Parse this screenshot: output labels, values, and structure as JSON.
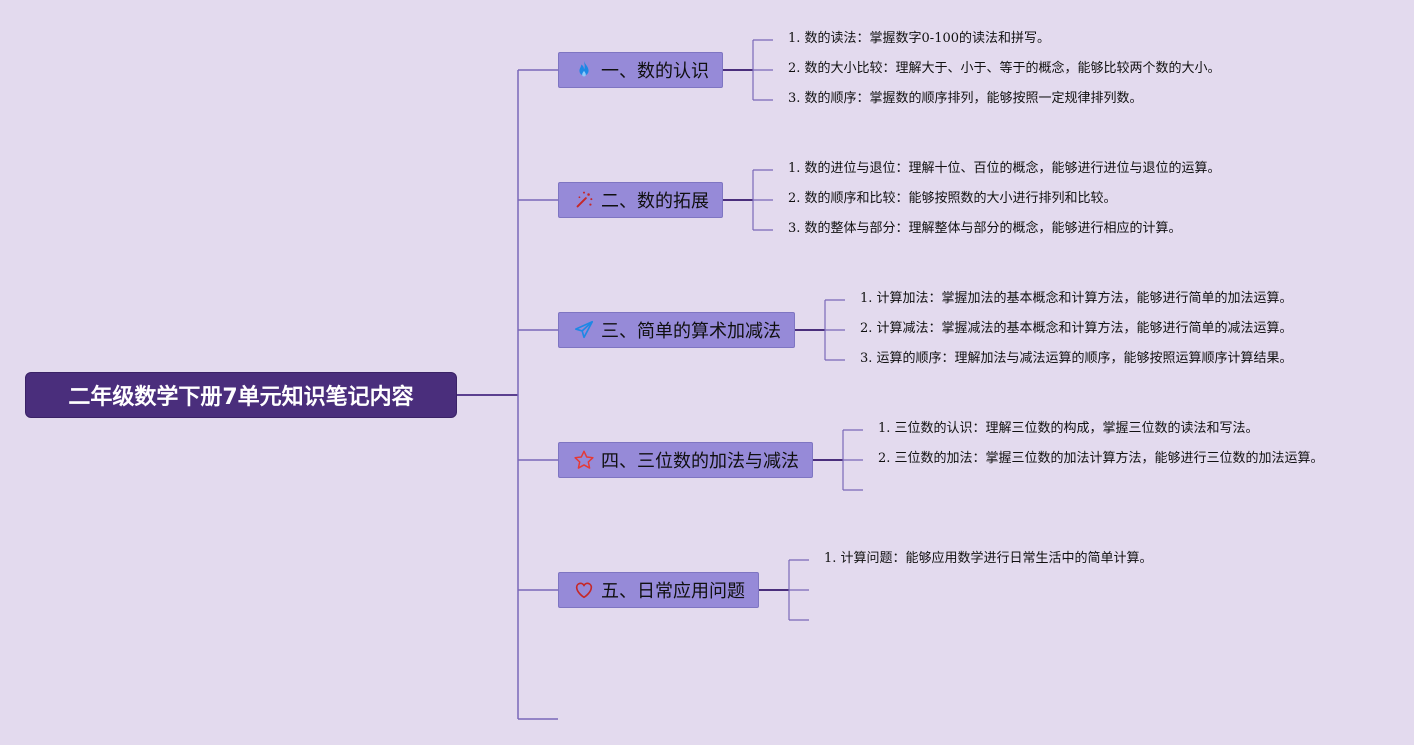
{
  "root": {
    "title": "二年级数学下册7单元知识笔记内容"
  },
  "branches": [
    {
      "label": "一、数的认识",
      "icon": "fire-icon",
      "items": [
        "1. 数的读法：掌握数字0-100的读法和拼写。",
        "2. 数的大小比较：理解大于、小于、等于的概念，能够比较两个数的大小。",
        "3. 数的顺序：掌握数的顺序排列，能够按照一定规律排列数。"
      ]
    },
    {
      "label": "二、数的拓展",
      "icon": "magic-wand-icon",
      "items": [
        "1. 数的进位与退位：理解十位、百位的概念，能够进行进位与退位的运算。",
        "2. 数的顺序和比较：能够按照数的大小进行排列和比较。",
        "3. 数的整体与部分：理解整体与部分的概念，能够进行相应的计算。"
      ]
    },
    {
      "label": "三、简单的算术加减法",
      "icon": "paper-plane-icon",
      "items": [
        "1. 计算加法：掌握加法的基本概念和计算方法，能够进行简单的加法运算。",
        "2. 计算减法：掌握减法的基本概念和计算方法，能够进行简单的减法运算。",
        "3. 运算的顺序：理解加法与减法运算的顺序，能够按照运算顺序计算结果。"
      ]
    },
    {
      "label": "四、三位数的加法与减法",
      "icon": "star-icon",
      "items": [
        "1. 三位数的认识：理解三位数的构成，掌握三位数的读法和写法。",
        "2. 三位数的加法：掌握三位数的加法计算方法，能够进行三位数的加法运算。"
      ]
    },
    {
      "label": "五、日常应用问题",
      "icon": "heart-icon",
      "items": [
        "1. 计算问题：能够应用数学进行日常生活中的简单计算。"
      ]
    }
  ]
}
